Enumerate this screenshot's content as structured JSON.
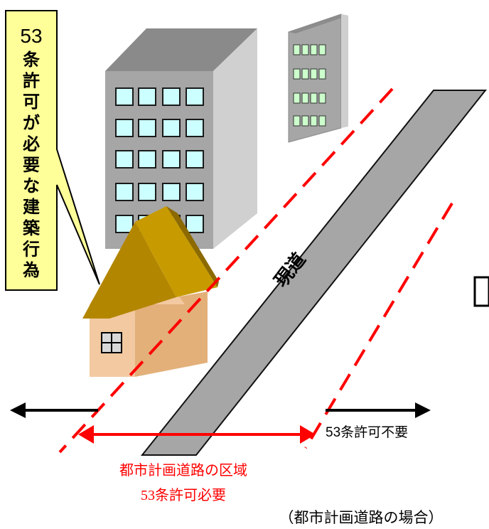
{
  "callout": {
    "number": "53",
    "chars": [
      "条",
      "許",
      "可",
      "が",
      "必",
      "要",
      "な",
      "建",
      "築",
      "行",
      "為"
    ]
  },
  "road": {
    "label": "現道"
  },
  "labels": {
    "permit_not_required": "53条許可不要",
    "planned_road_area": "都市計画道路の区域",
    "permit_required": "53条許可必要",
    "caption": "（都市計画道路の場合）"
  },
  "colors": {
    "red": "#ff0000",
    "callout_fill": "#ffff99",
    "road_fill": "#a6a6a6",
    "roof": "#b38600",
    "house_wall": "#e3b07a",
    "building_front": "#a6a6a6",
    "window": "#ccffff"
  }
}
